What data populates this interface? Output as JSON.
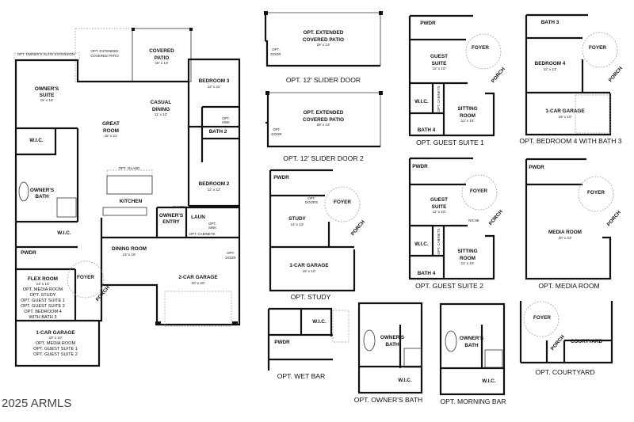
{
  "main_plan": {
    "owners_suite_extension": "OPT. OWNER'S SUITE EXTENSION",
    "extended_patio": [
      "OPT. EXTENDED",
      "COVERED PATIO"
    ],
    "covered_patio": {
      "name": [
        "COVERED",
        "PATIO"
      ],
      "size": "15' x 13'"
    },
    "owners_suite": {
      "name": [
        "OWNER'S",
        "SUITE"
      ],
      "size": "15' x 16'"
    },
    "great_room": {
      "name": [
        "GREAT",
        "ROOM"
      ],
      "size": "16' x 21'"
    },
    "casual_dining": {
      "name": [
        "CASUAL",
        "DINING"
      ],
      "size": "11' x 12'"
    },
    "bedroom_3": {
      "name": "BEDROOM 3",
      "size": "12' x 11'"
    },
    "bath_2": {
      "name": "BATH 2",
      "opt_sink": [
        "OPT.",
        "SINK"
      ]
    },
    "bedroom_2": {
      "name": "BEDROOM 2",
      "size": "12' x 12'"
    },
    "wic_1": "W.I.C.",
    "owners_bath": [
      "OWNER'S",
      "BATH"
    ],
    "opt_island": "OPT. ISLAND",
    "kitchen": "KITCHEN",
    "pantry": "PANTRY",
    "owners_entry": [
      "OWNER'S",
      "ENTRY"
    ],
    "laun": "LAUN",
    "laun_opt_sink": [
      "OPT.",
      "SINK"
    ],
    "opt_cabinets": "OPT. CABINETS",
    "opt_door": [
      "OPT.",
      "DOOR"
    ],
    "wic_2": "W.I.C.",
    "pwdr": "PWDR",
    "dining_room": {
      "name": "DINING ROOM",
      "size": "13' x 16'"
    },
    "foyer": "FOYER",
    "porch": "PORCH",
    "flex_room": {
      "name": "FLEX ROOM",
      "size": "14' x 13'",
      "options": [
        "OPT. MEDIA ROOM",
        "OPT. STUDY",
        "OPT. GUEST SUITE 1",
        "OPT. GUEST SUITE 2",
        "OPT. BEDROOM 4",
        "WITH BATH 3"
      ]
    },
    "two_car_garage": {
      "name": "2-CAR GARAGE",
      "size": "20' x 20'"
    },
    "one_car_garage": {
      "name": "1-CAR GARAGE",
      "size": "19' x 10'",
      "options": [
        "OPT. MEDIA ROOM",
        "OPT. GUEST SUITE 1",
        "OPT. GUEST SUITE 2"
      ]
    }
  },
  "options": {
    "slider_door_1": {
      "caption": "OPT. 12' SLIDER DOOR",
      "room": [
        "OPT. EXTENDED",
        "COVERED PATIO"
      ],
      "size": "29' x 13'",
      "door": [
        "OPT.",
        "DOOR"
      ]
    },
    "slider_door_2": {
      "caption": "OPT. 12' SLIDER DOOR 2",
      "room": [
        "OPT. EXTENDED",
        "COVERED PATIO"
      ],
      "size": "29' x 13'",
      "door": [
        "OPT.",
        "DOOR"
      ]
    },
    "guest_suite_1": {
      "caption": "OPT. GUEST SUITE 1",
      "pwdr": "PWDR",
      "foyer": "FOYER",
      "porch": "PORCH",
      "guest_suite": [
        "GUEST",
        "SUITE"
      ],
      "guest_size": "12' x 10'",
      "wic": "W.I.C.",
      "cabinets": "OPT. CABINETS",
      "sitting": [
        "SITTING",
        "ROOM"
      ],
      "sitting_size": "12' x 15'",
      "bath": "BATH 4"
    },
    "bedroom_4": {
      "caption": "OPT. BEDROOM 4 WITH BATH 3",
      "bath": "BATH 3",
      "foyer": "FOYER",
      "porch": "PORCH",
      "bedroom": "BEDROOM 4",
      "bedroom_size": "12' x 13'",
      "garage": "1-CAR GARAGE",
      "garage_size": "19' x 10'"
    },
    "study": {
      "caption": "OPT. STUDY",
      "pwdr": "PWDR",
      "doors": [
        "OPT.",
        "DOORS"
      ],
      "foyer": "FOYER",
      "porch": "PORCH",
      "study": "STUDY",
      "study_size": "14' x 13'",
      "garage": "1-CAR GARAGE",
      "garage_size": "19' x 10'"
    },
    "guest_suite_2": {
      "caption": "OPT. GUEST SUITE 2",
      "pwdr": "PWDR",
      "foyer": "FOYER",
      "porch": "PORCH",
      "niche": "NICHE",
      "guest_suite": [
        "GUEST",
        "SUITE"
      ],
      "guest_size": "12' x 10'",
      "wic": "W.I.C.",
      "cabinets": "OPT. CABINETS",
      "sitting": [
        "SITTING",
        "ROOM"
      ],
      "sitting_size": "12' x 15'",
      "bath": "BATH 4"
    },
    "media_room": {
      "caption": "OPT. MEDIA ROOM",
      "pwdr": "PWDR",
      "foyer": "FOYER",
      "porch": "PORCH",
      "room": "MEDIA ROOM",
      "size": "20' x 23'"
    },
    "wet_bar": {
      "caption": "OPT. WET BAR",
      "wic": "W.I.C.",
      "pwdr": "PWDR"
    },
    "owners_bath": {
      "caption": "OPT. OWNER'S BATH",
      "bath": [
        "OWNER'S",
        "BATH"
      ],
      "wic": "W.I.C."
    },
    "morning_bar": {
      "caption": "OPT. MORNING BAR",
      "bath": [
        "OWNER'S",
        "BATH"
      ],
      "wic": "W.I.C."
    },
    "courtyard": {
      "caption": "OPT. COURTYARD",
      "foyer": "FOYER",
      "porch": "PORCH",
      "courtyard": "COURTYARD"
    }
  },
  "watermark": "2025 ARMLS"
}
